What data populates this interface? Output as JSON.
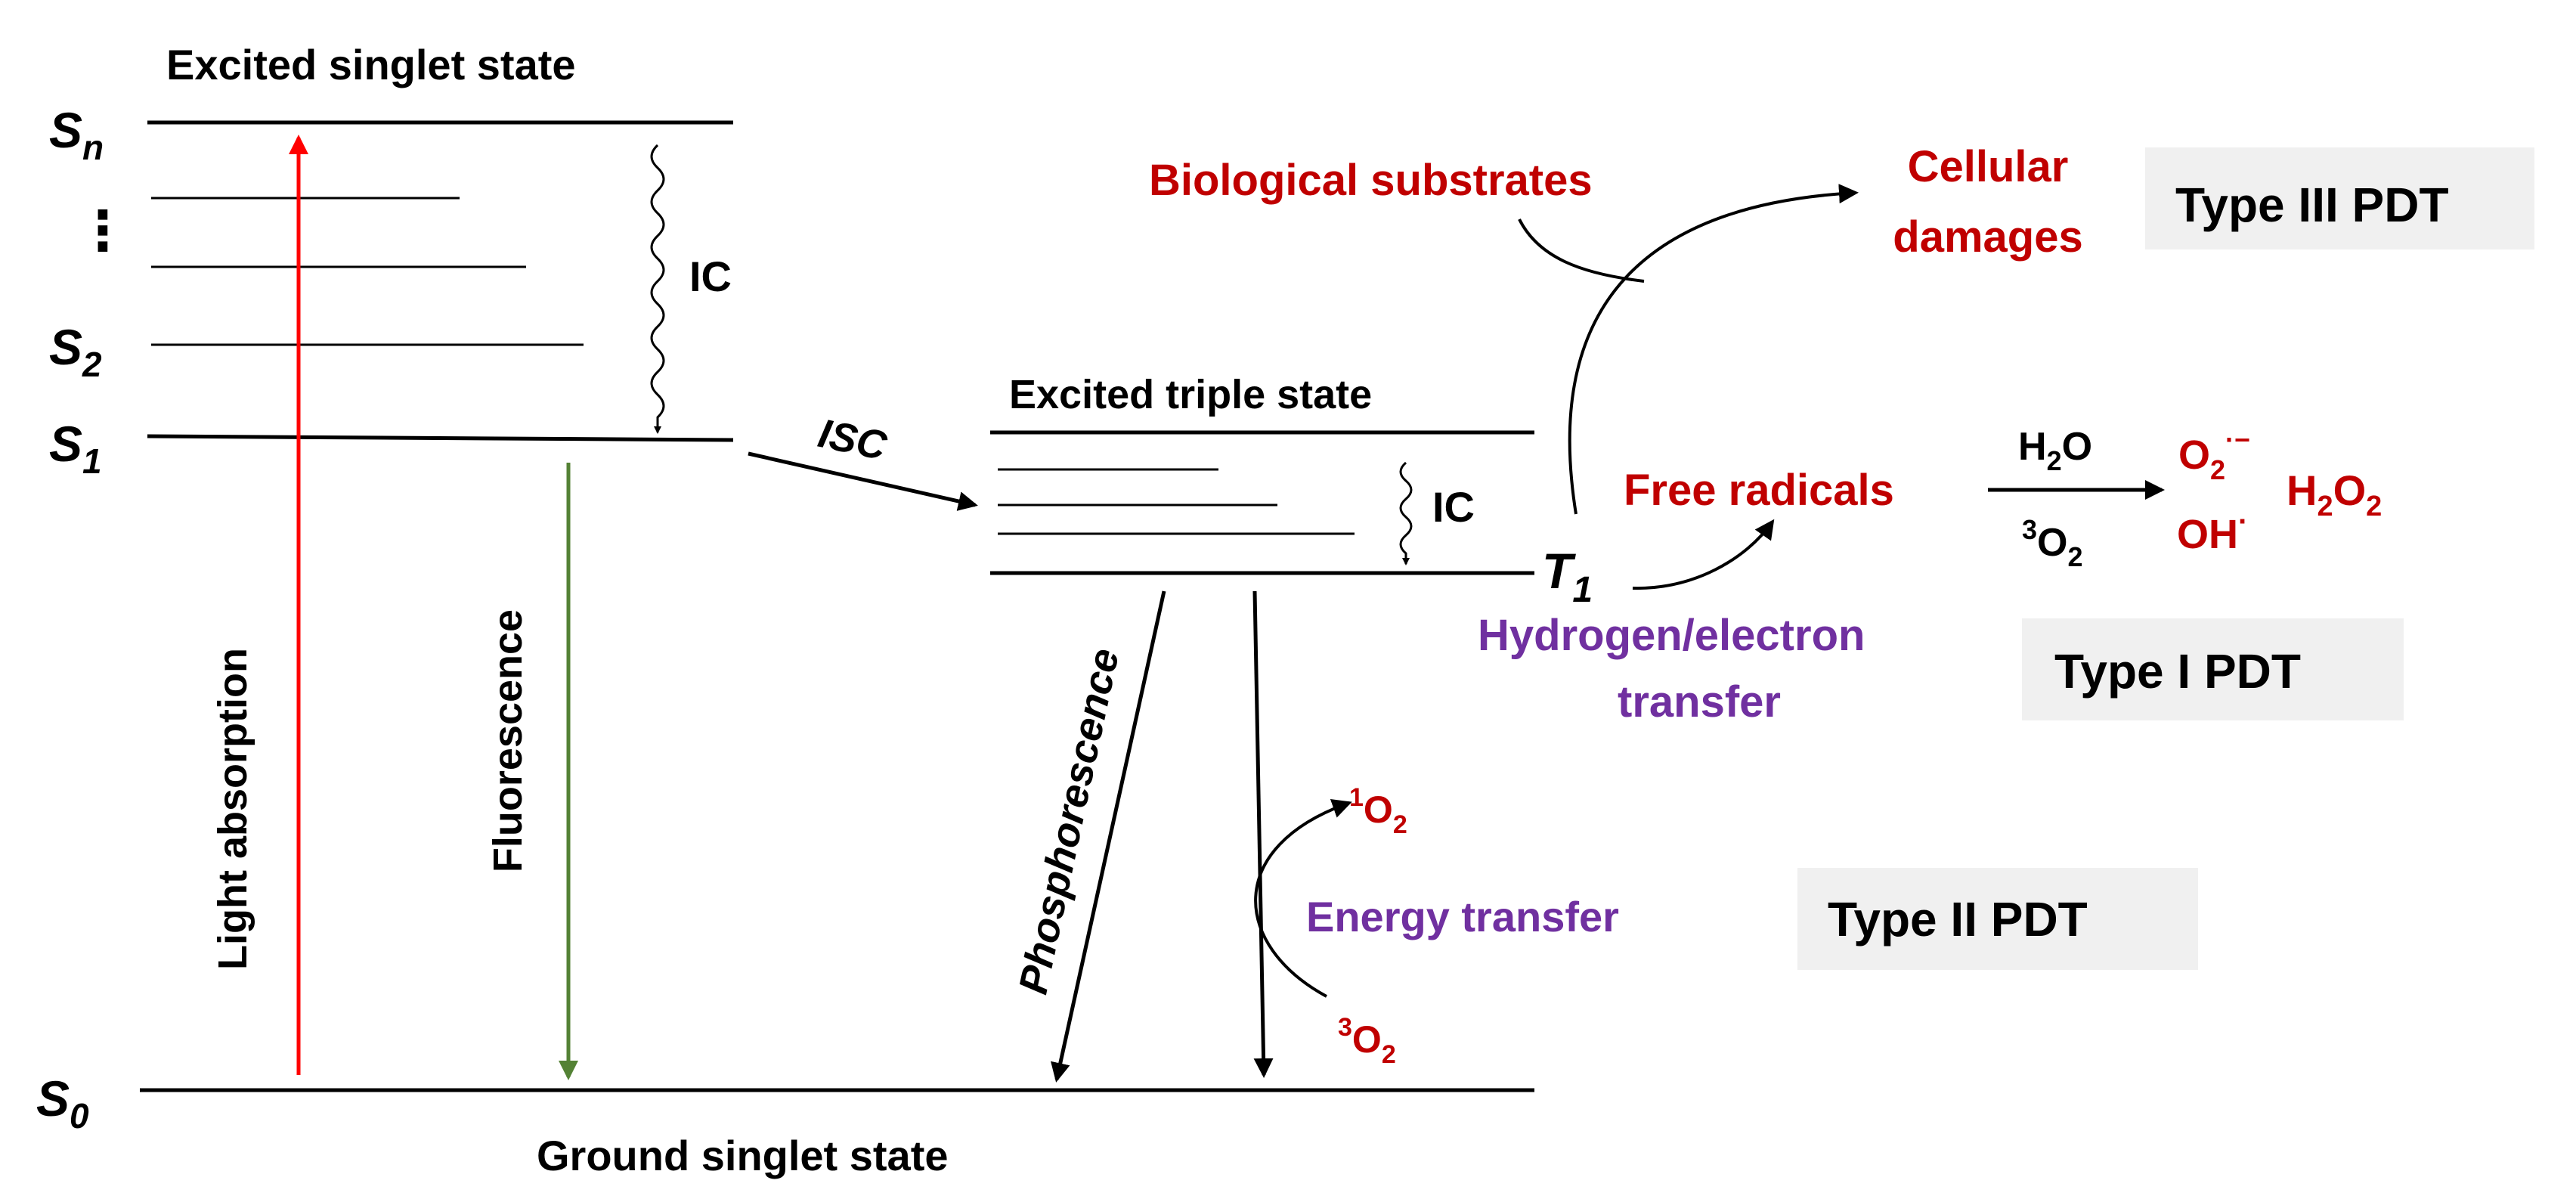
{
  "levels": {
    "sn": {
      "letter": "S",
      "sub": "n"
    },
    "s2": {
      "letter": "S",
      "sub": "2"
    },
    "s1": {
      "letter": "S",
      "sub": "1"
    },
    "s0": {
      "letter": "S",
      "sub": "0"
    },
    "t1": {
      "letter": "T",
      "sub": "1"
    },
    "dots": "⋮"
  },
  "labels": {
    "excited_singlet": "Excited singlet state",
    "excited_triple": "Excited triple state",
    "ground_singlet": "Ground singlet state",
    "ic_singlet": "IC",
    "ic_triplet": "IC",
    "isc": "ISC",
    "light_absorption": "Light absorption",
    "fluorescence": "Fluorescence",
    "phosphorescence": "Phosphorescence",
    "biological_substrates": "Biological substrates",
    "cellular_damages_line1": "Cellular",
    "cellular_damages_line2": "damages",
    "free_radicals": "Free radicals",
    "hydrogen_transfer_line1": "Hydrogen/electron",
    "hydrogen_transfer_line2": "transfer",
    "energy_transfer": "Energy transfer",
    "h2o": {
      "main": "H",
      "sub": "2",
      "tail": "O"
    },
    "triplet_o2_top": {
      "sup": "3",
      "main": "O",
      "sub": "2"
    },
    "superoxide": {
      "main": "O",
      "sub": "2",
      "sup": "·−"
    },
    "hydroxyl": {
      "main": "OH",
      "sup": "·"
    },
    "h2o2": {
      "a": "H",
      "s1": "2",
      "b": "O",
      "s2": "2"
    },
    "singlet_o2": {
      "sup": "1",
      "main": "O",
      "sub": "2"
    },
    "triplet_o2_bottom": {
      "sup": "3",
      "main": "O",
      "sub": "2"
    }
  },
  "types": {
    "type3": "Type III PDT",
    "type1": "Type I PDT",
    "type2": "Type II PDT"
  },
  "colors": {
    "absorption_arrow": "#ff0000",
    "fluorescence_arrow": "#548235",
    "species_red": "#c00000",
    "transfer_purple": "#7030a0",
    "type_box": "#f0f0f0"
  }
}
